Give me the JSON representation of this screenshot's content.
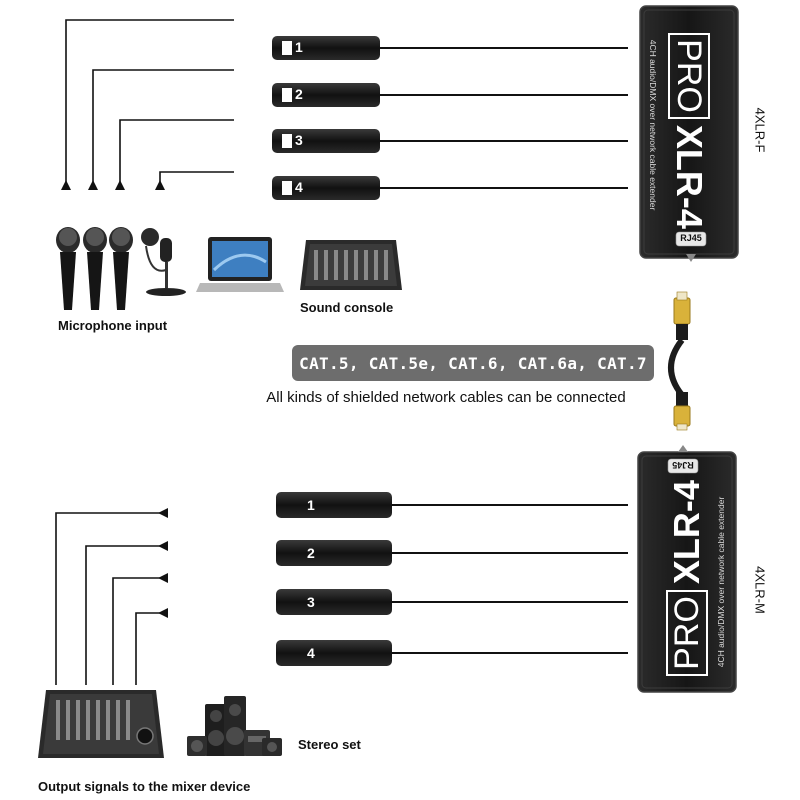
{
  "top_unit": {
    "brand": "PRO",
    "model": "XLR-4",
    "subtitle": "4CH audio/DMX over network cable extender",
    "port": "RJ45",
    "variant": "4XLR-F",
    "channels": [
      "1",
      "2",
      "3",
      "4"
    ]
  },
  "bottom_unit": {
    "brand": "PRO",
    "model": "XLR-4",
    "subtitle": "4CH audio/DMX over network cable extender",
    "port": "RJ45",
    "variant": "4XLR-M",
    "channels": [
      "1",
      "2",
      "3",
      "4"
    ]
  },
  "captions": {
    "microphone": "Microphone input",
    "sound_console": "Sound console",
    "stereo": "Stereo set",
    "output": "Output signals to the mixer device"
  },
  "cable": {
    "types": "CAT.5, CAT.5e, CAT.6, CAT.6a, CAT.7",
    "note": "All kinds of shielded network cables can be connected"
  },
  "colors": {
    "device_body": "#1c1c1c",
    "device_edge": "#3a3a3a",
    "badge_bg": "#6d6d6d",
    "rj45_gold": "#d9b23a"
  }
}
